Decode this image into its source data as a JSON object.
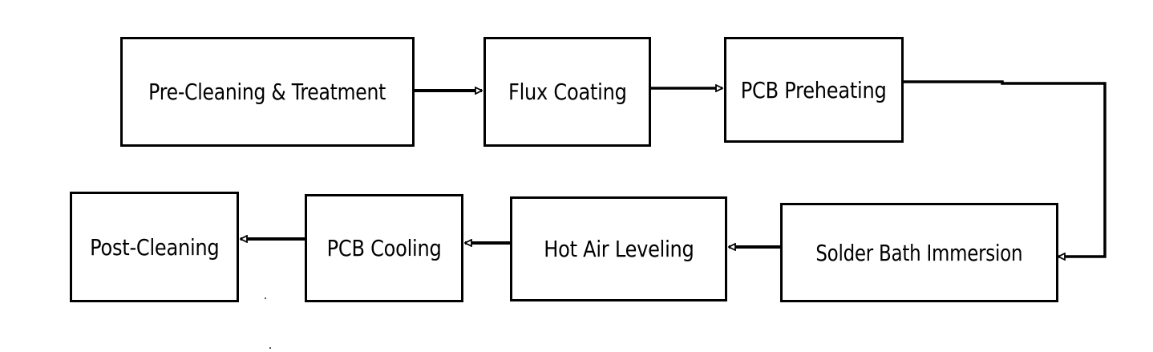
{
  "diagram": {
    "steps": [
      {
        "id": "b1",
        "label": "Pre-Cleaning & Treatment"
      },
      {
        "id": "b2",
        "label": "Flux Coating"
      },
      {
        "id": "b3",
        "label": "PCB Preheating"
      },
      {
        "id": "b4",
        "label": "Solder Bath Immersion"
      },
      {
        "id": "b5",
        "label": "Hot Air Leveling"
      },
      {
        "id": "b6",
        "label": "PCB Cooling"
      },
      {
        "id": "b7",
        "label": "Post-Cleaning"
      }
    ],
    "line_color": "#000000"
  }
}
